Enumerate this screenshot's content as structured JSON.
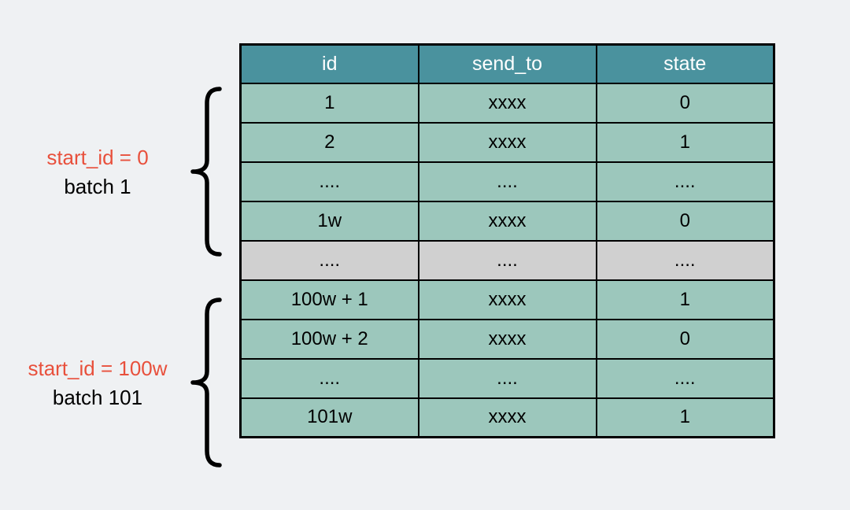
{
  "colors": {
    "bg": "#eff1f3",
    "header-bg": "#4a929e",
    "row-bg": "#9cc7bc",
    "sep-bg": "#d0d0d0",
    "header-text": "#ffffff",
    "cell-text": "#000000",
    "accent-red": "#e8503c",
    "border": "#000000"
  },
  "table": {
    "columns": [
      "id",
      "send_to",
      "state"
    ],
    "rows": [
      {
        "cells": [
          "1",
          "xxxx",
          "0"
        ],
        "variant": "normal"
      },
      {
        "cells": [
          "2",
          "xxxx",
          "1"
        ],
        "variant": "normal"
      },
      {
        "cells": [
          "....",
          "....",
          "...."
        ],
        "variant": "normal"
      },
      {
        "cells": [
          "1w",
          "xxxx",
          "0"
        ],
        "variant": "normal"
      },
      {
        "cells": [
          "....",
          "....",
          "...."
        ],
        "variant": "separator"
      },
      {
        "cells": [
          "100w + 1",
          "xxxx",
          "1"
        ],
        "variant": "normal"
      },
      {
        "cells": [
          "100w + 2",
          "xxxx",
          "0"
        ],
        "variant": "normal"
      },
      {
        "cells": [
          "....",
          "....",
          "...."
        ],
        "variant": "normal"
      },
      {
        "cells": [
          "101w",
          "xxxx",
          "1"
        ],
        "variant": "normal"
      }
    ]
  },
  "annotations": [
    {
      "line1": "start_id = 0",
      "line2": "batch 1"
    },
    {
      "line1": "start_id = 100w",
      "line2": "batch 101"
    }
  ]
}
